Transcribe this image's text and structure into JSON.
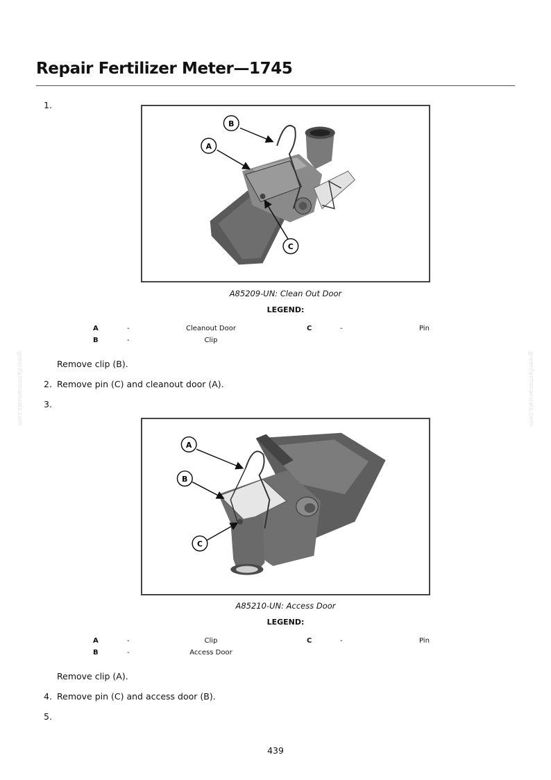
{
  "page": {
    "title": "Repair Fertilizer Meter—1745",
    "page_number": "439",
    "watermark": "greenfarmmanuals.com"
  },
  "steps": [
    {
      "number": "1.",
      "text": ""
    },
    {
      "number": "",
      "text": "Remove clip (B)."
    },
    {
      "number": "2.",
      "text": "Remove pin (C) and cleanout door (A)."
    },
    {
      "number": "3.",
      "text": ""
    },
    {
      "number": "",
      "text": "Remove clip (A)."
    },
    {
      "number": "4.",
      "text": "Remove pin (C) and access door (B)."
    },
    {
      "number": "5.",
      "text": ""
    }
  ],
  "figures": [
    {
      "caption": "A85209-UN: Clean Out Door",
      "callouts": [
        "A",
        "B",
        "C"
      ],
      "legend_title": "LEGEND:",
      "legend": [
        {
          "letter": "A",
          "dash": "-",
          "label": "Cleanout Door"
        },
        {
          "letter": "B",
          "dash": "-",
          "label": "Clip"
        },
        {
          "letter": "C",
          "dash": "-",
          "label": "Pin"
        }
      ]
    },
    {
      "caption": "A85210-UN: Access Door",
      "callouts": [
        "A",
        "B",
        "C"
      ],
      "legend_title": "LEGEND:",
      "legend": [
        {
          "letter": "A",
          "dash": "-",
          "label": "Clip"
        },
        {
          "letter": "B",
          "dash": "-",
          "label": "Access Door"
        },
        {
          "letter": "C",
          "dash": "-",
          "label": "Pin"
        }
      ]
    }
  ]
}
